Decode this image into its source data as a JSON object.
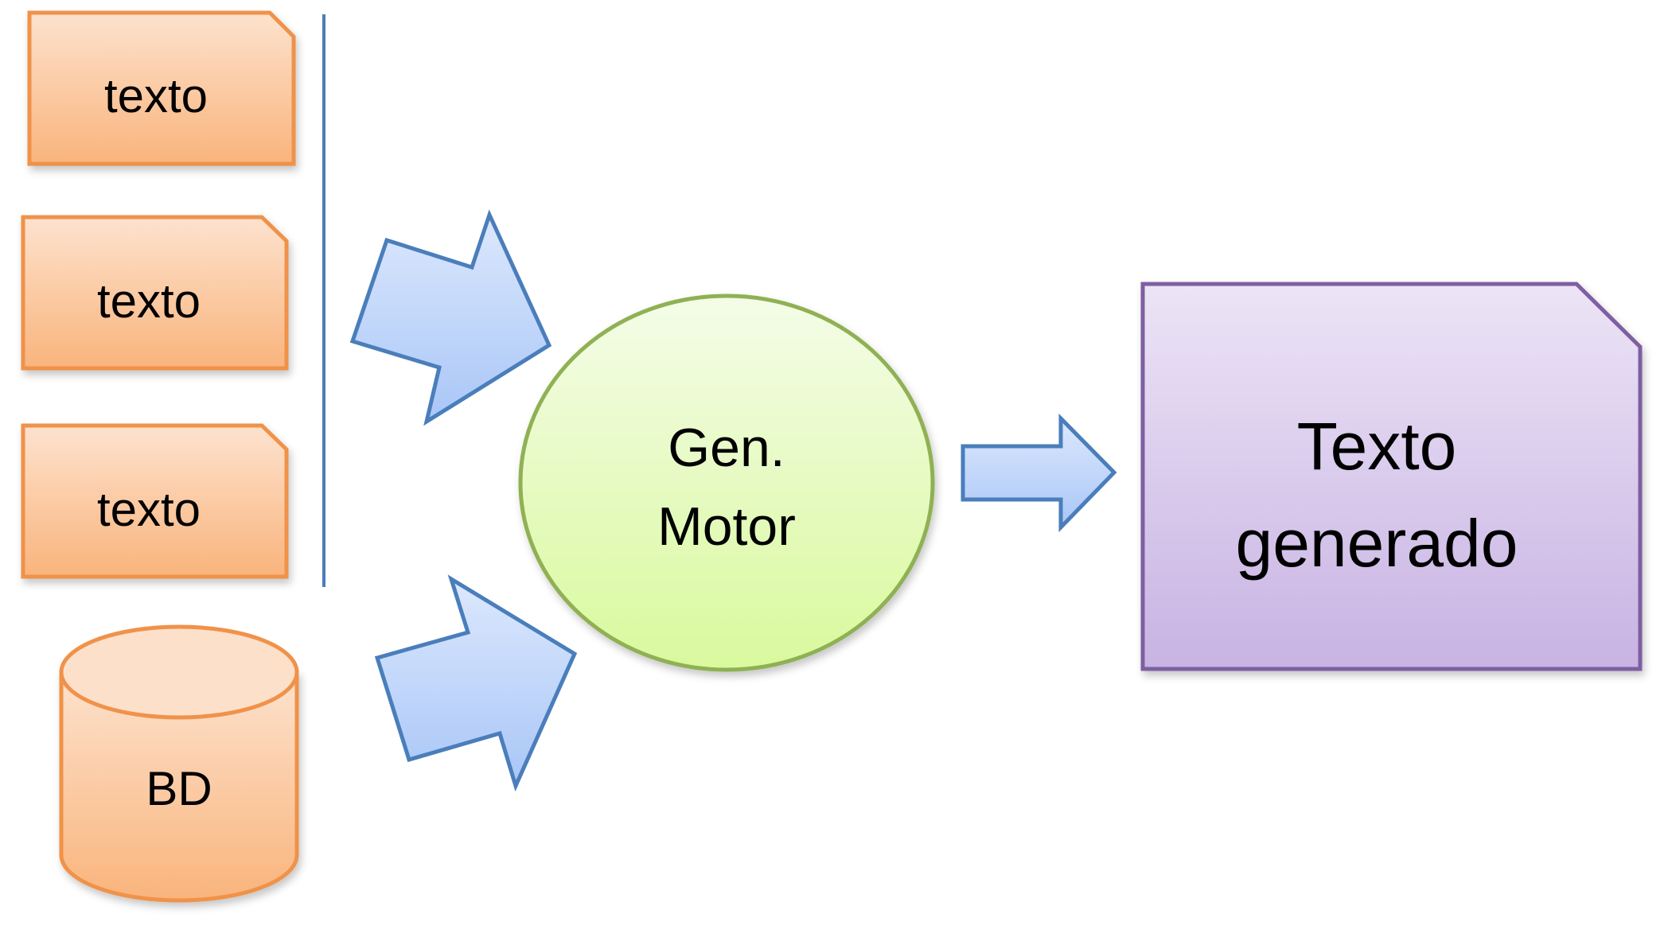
{
  "inputs": {
    "doc1": "texto",
    "doc2": "texto",
    "doc3": "texto",
    "database": "BD"
  },
  "engine": {
    "line1": "Gen.",
    "line2": "Motor"
  },
  "output": {
    "line1": "Texto",
    "line2": "generado"
  },
  "colors": {
    "input_fill_top": "#FDE2CE",
    "input_fill_bottom": "#F9B47C",
    "input_stroke": "#F0924A",
    "arrow_fill_top": "#DCE8FD",
    "arrow_fill_bottom": "#A9C6F7",
    "arrow_stroke": "#4A7EBB",
    "engine_fill_top": "#F4FCE8",
    "engine_fill_bottom": "#D9F99D",
    "engine_stroke": "#8FB152",
    "output_fill_top": "#ECE4F6",
    "output_fill_bottom": "#C8B3E3",
    "output_stroke": "#7E5FA2",
    "divider": "#4A7EBB"
  }
}
